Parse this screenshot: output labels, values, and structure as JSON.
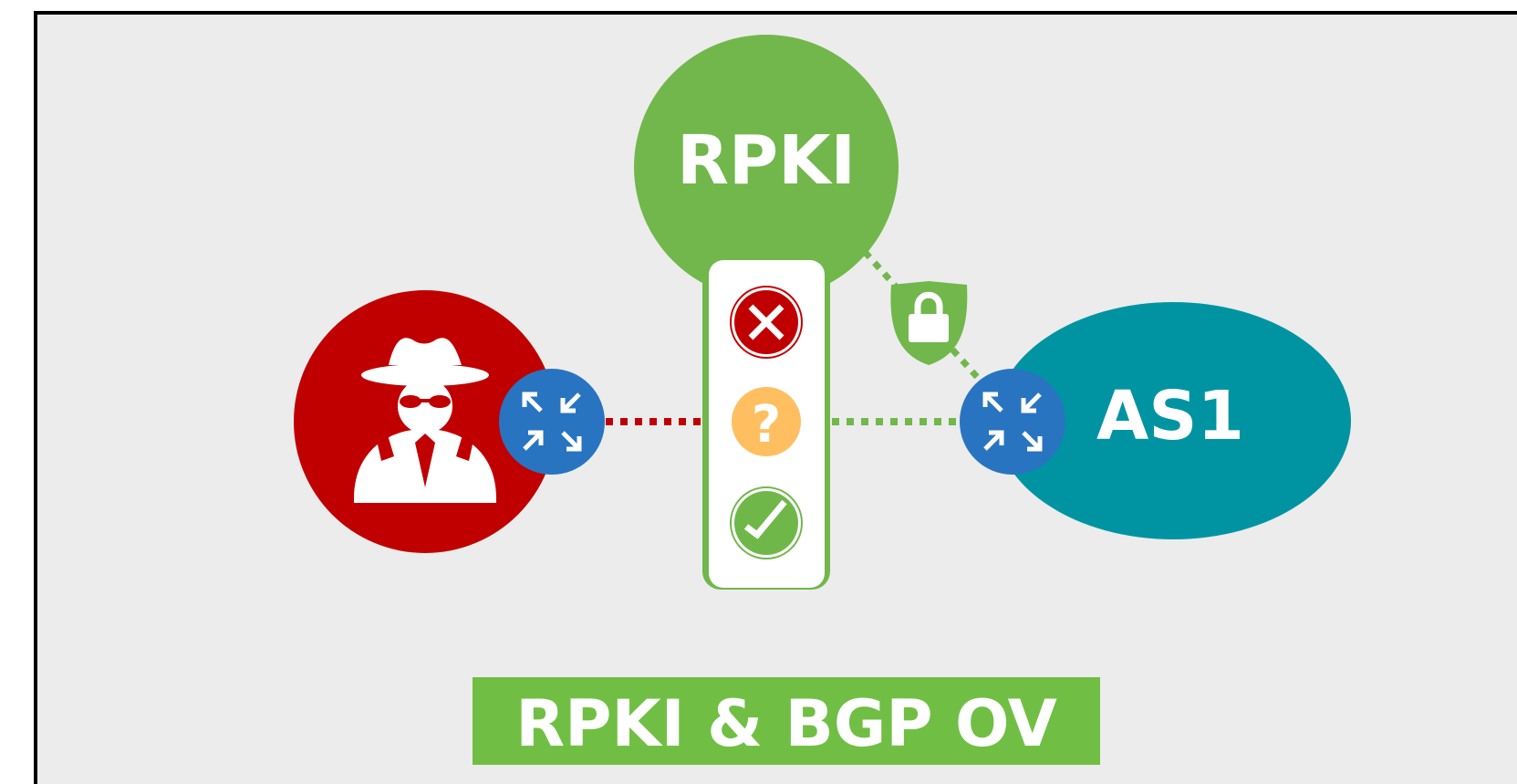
{
  "rpki_label": "RPKI",
  "as1_label": "AS1",
  "banner_label": "RPKI & BGP OV",
  "validation_states": [
    {
      "icon": "x-icon",
      "color": "#c00000"
    },
    {
      "icon": "question-icon",
      "color": "#ffbf60"
    },
    {
      "icon": "check-icon",
      "color": "#70b74a"
    }
  ],
  "colors": {
    "background": "#ececec",
    "border": "#000000",
    "rpki_green": "#71b74b",
    "attacker_red": "#c00000",
    "router_blue": "#2874c1",
    "as1_teal": "#0094a2",
    "banner_green": "#70bf44",
    "path_red": "#c00000",
    "path_green": "#71b74b"
  }
}
